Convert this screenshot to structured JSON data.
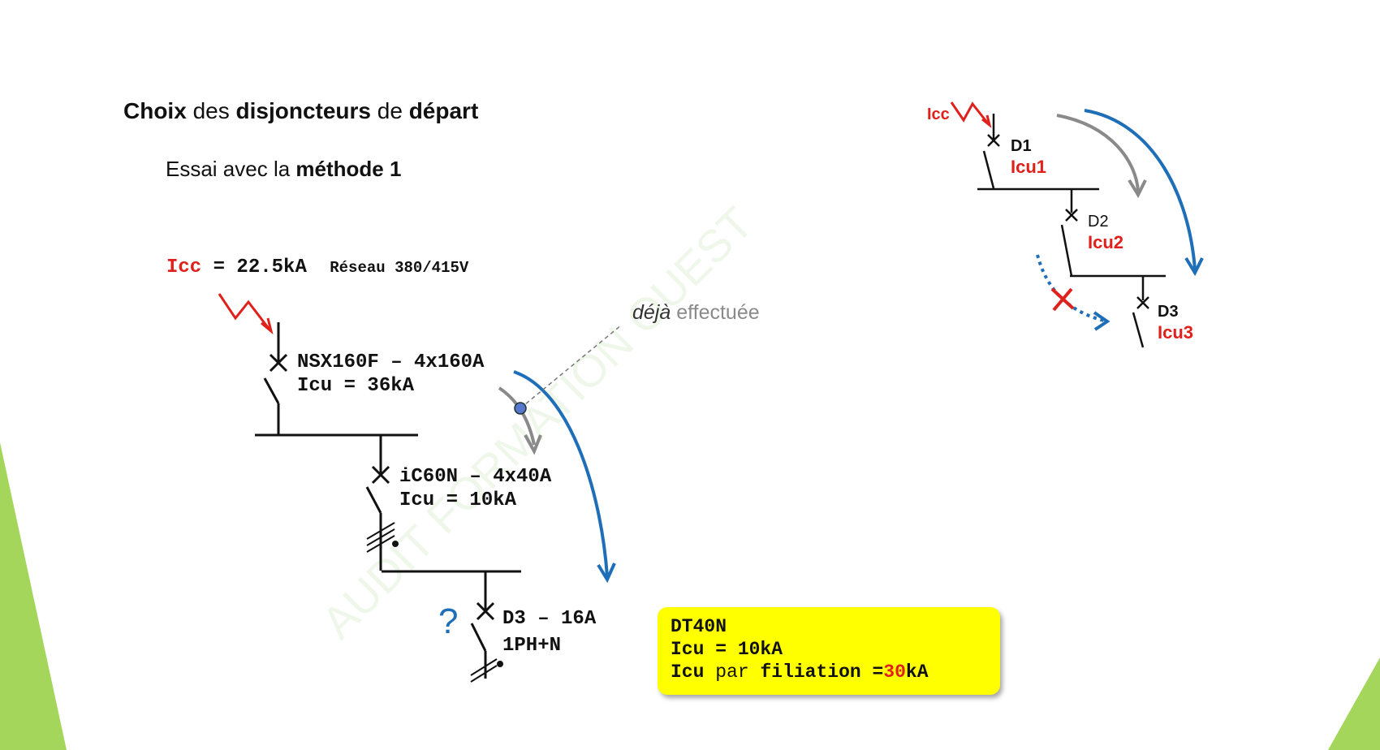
{
  "title": {
    "w1": "Choix",
    "w2": "des",
    "w3": "disjoncteurs",
    "w4": "de",
    "w5": "départ"
  },
  "subtitle": {
    "prefix": "Essai avec la",
    "bold": "méthode 1"
  },
  "main": {
    "icc_label": "Icc",
    "icc_value": "= 22.5kA",
    "reseau": "Réseau 380/415V",
    "breaker1": {
      "line1": "NSX160F – 4x160A",
      "line2": "Icu = 36kA"
    },
    "breaker2": {
      "line1": "iC60N – 4x40A",
      "line2": "Icu = 10kA"
    },
    "breaker3": {
      "line1": "D3 – 16A",
      "line2": "1PH+N"
    },
    "question": "?",
    "deja_a": "déjà",
    "deja_b": "effectuée"
  },
  "note": {
    "line1": "DT40N",
    "line2": "Icu = 10kA",
    "line3_a": "Icu",
    "line3_b": "par",
    "line3_c": "filiation =",
    "line3_d": "30",
    "line3_e": "kA"
  },
  "small": {
    "icc": "Icc",
    "d1": "D1",
    "icu1": "Icu1",
    "d2": "D2",
    "icu2": "Icu2",
    "d3": "D3",
    "icu3": "Icu3"
  },
  "watermark": "AUDIT FORMATION OUEST",
  "colors": {
    "red": "#e0201b",
    "blue": "#1f6fb8",
    "gray": "#8a8a8a",
    "note_bg": "#ffff00",
    "accent_green": "#9bd24a"
  }
}
